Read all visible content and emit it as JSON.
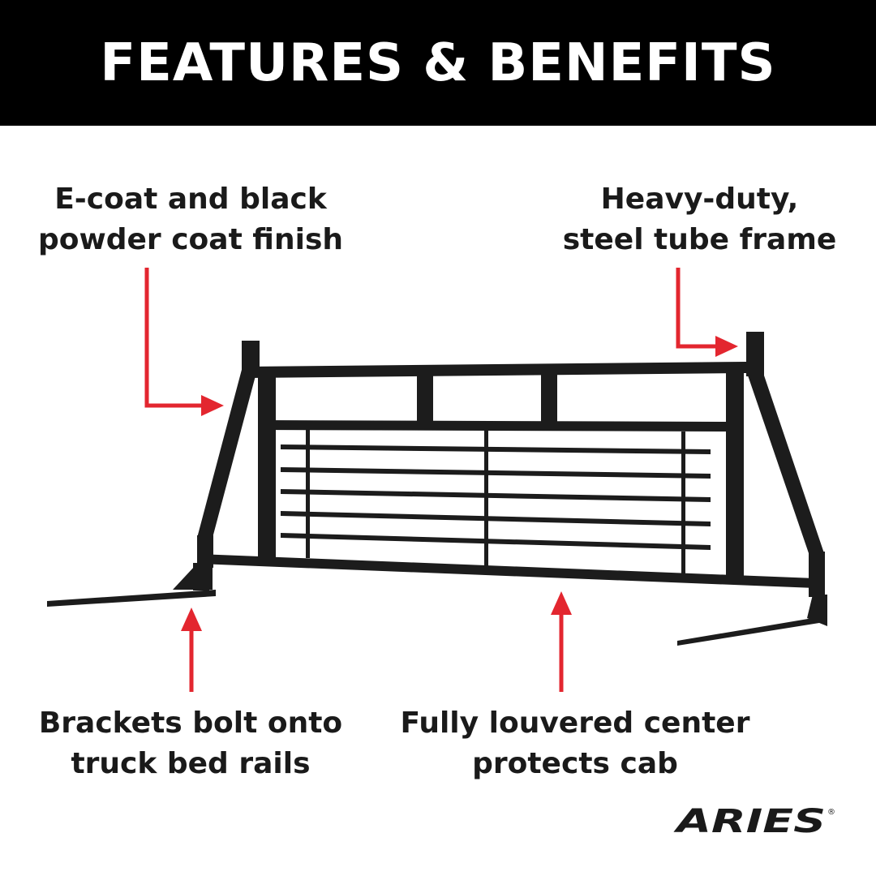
{
  "header": {
    "title": "FEATURES & BENEFITS",
    "background": "#000000",
    "text_color": "#ffffff"
  },
  "callouts": {
    "finish": {
      "line1": "E-coat and black",
      "line2": "powder coat finish"
    },
    "frame": {
      "line1": "Heavy-duty,",
      "line2": "steel tube frame"
    },
    "brackets": {
      "line1": "Brackets bolt onto",
      "line2": "truck bed rails"
    },
    "louvered": {
      "line1": "Fully louvered center",
      "line2": "protects cab"
    }
  },
  "arrow_color": "#e3262f",
  "product": {
    "icon": "headache-rack-illustration",
    "color": "#1c1c1c"
  },
  "brand": {
    "logo_text": "ARIES",
    "mark": "®"
  }
}
